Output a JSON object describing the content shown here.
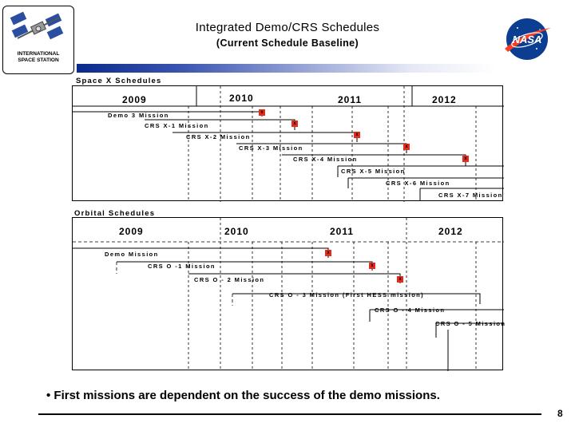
{
  "header": {
    "title": "Integrated Demo/CRS Schedules",
    "subtitle": "(Current Schedule Baseline)",
    "iss_logo_text_line1": "INTERNATIONAL",
    "iss_logo_text_line2": "SPACE STATION",
    "nasa_logo_text": "NASA",
    "accent_color": "#0a2a8c"
  },
  "spacex": {
    "section_label": "Space X Schedules",
    "years": [
      "2009",
      "2010",
      "2011",
      "2012"
    ],
    "missions": [
      "Demo 3 Mission",
      "CRS X-1 Mission",
      "CRS X-2 Mission",
      "CRS X-3 Mission",
      "CRS X-4 Mission",
      "CRS X-5 Mission",
      "CRS X-6 Mission",
      "CRS X-7 Mission"
    ],
    "marker_color": "#e52b1b"
  },
  "orbital": {
    "section_label": "Orbital Schedules",
    "years": [
      "2009",
      "2010",
      "2011",
      "2012"
    ],
    "missions": [
      "Demo Mission",
      "CRS O -1 Mission",
      "CRS O - 2 Mission",
      "CRS O - 3 Mission (First HESS mission)",
      "CRS O - 4 Mission",
      "CRS O - 5 Mission"
    ]
  },
  "footer": {
    "bullet": "• First missions are dependent on the success of the demo missions.",
    "page_number": "8"
  }
}
